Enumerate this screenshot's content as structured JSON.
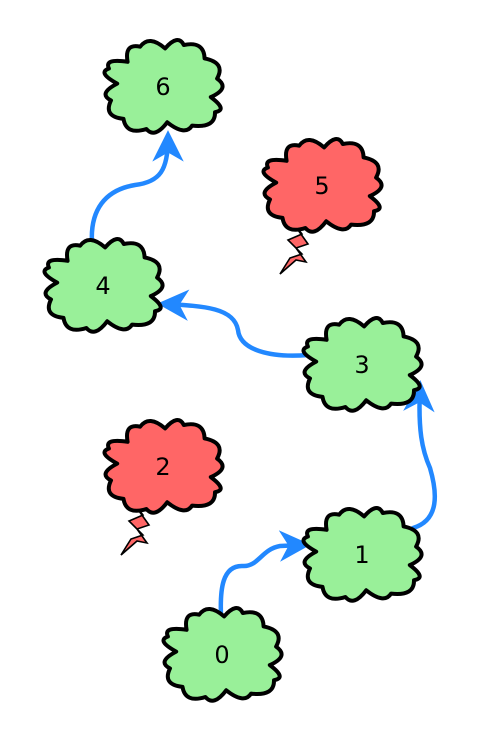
{
  "colors": {
    "ok_node": "#99f099",
    "failed_node": "#ff6666",
    "edge": "#2288ff",
    "outline": "#000000"
  },
  "nodes": [
    {
      "id": "0",
      "label": "0",
      "status": "ok"
    },
    {
      "id": "1",
      "label": "1",
      "status": "ok"
    },
    {
      "id": "2",
      "label": "2",
      "status": "failed"
    },
    {
      "id": "3",
      "label": "3",
      "status": "ok"
    },
    {
      "id": "4",
      "label": "4",
      "status": "ok"
    },
    {
      "id": "5",
      "label": "5",
      "status": "failed"
    },
    {
      "id": "6",
      "label": "6",
      "status": "ok"
    }
  ],
  "edges": [
    {
      "from": "0",
      "to": "1"
    },
    {
      "from": "1",
      "to": "3"
    },
    {
      "from": "3",
      "to": "4"
    },
    {
      "from": "4",
      "to": "6"
    }
  ]
}
